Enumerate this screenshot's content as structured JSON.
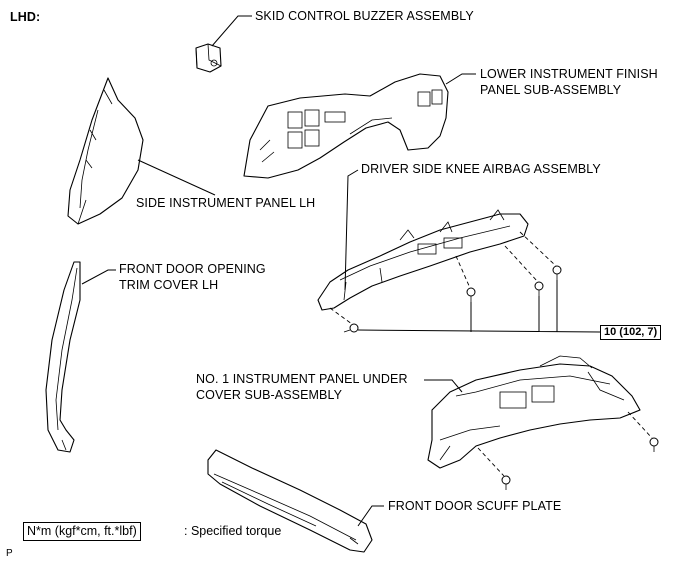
{
  "header": {
    "variant_label": "LHD:"
  },
  "callouts": {
    "buzzer": "SKID CONTROL BUZZER ASSEMBLY",
    "lower_panel_line1": "LOWER INSTRUMENT FINISH",
    "lower_panel_line2": "PANEL SUB-ASSEMBLY",
    "knee_airbag": "DRIVER SIDE KNEE AIRBAG ASSEMBLY",
    "side_panel": "SIDE INSTRUMENT PANEL LH",
    "door_trim_line1": "FRONT DOOR OPENING",
    "door_trim_line2": "TRIM COVER LH",
    "under_cover_line1": "NO. 1 INSTRUMENT PANEL UNDER",
    "under_cover_line2": "COVER SUB-ASSEMBLY",
    "scuff_plate": "FRONT DOOR SCUFF PLATE"
  },
  "torque_spec": "10 (102, 7)",
  "legend": {
    "unit_box": "N*m (kgf*cm, ft.*lbf)",
    "description": ": Specified torque"
  },
  "footer": {
    "page_marker": "P"
  }
}
